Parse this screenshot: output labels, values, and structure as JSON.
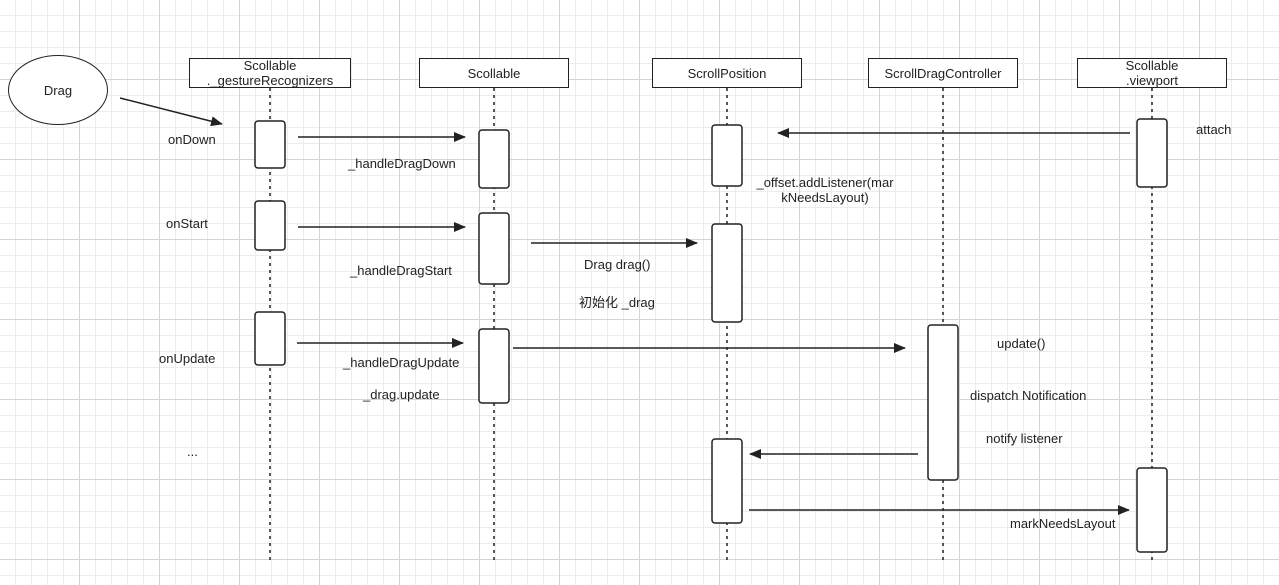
{
  "actors": [
    {
      "id": "gesture",
      "label": "Scollable\n._gestureRecognizers"
    },
    {
      "id": "scrollable",
      "label": "Scollable"
    },
    {
      "id": "position",
      "label": "ScrollPosition"
    },
    {
      "id": "controller",
      "label": "ScrollDragController"
    },
    {
      "id": "viewport",
      "label": "Scollable\n.viewport"
    }
  ],
  "start_node": {
    "label": "Drag"
  },
  "events": [
    {
      "id": "onDown",
      "label": "onDown"
    },
    {
      "id": "onStart",
      "label": "onStart"
    },
    {
      "id": "onUpdate",
      "label": "onUpdate"
    },
    {
      "id": "more",
      "label": "..."
    }
  ],
  "messages": [
    {
      "id": "handleDragDown",
      "label": "_handleDragDown"
    },
    {
      "id": "attach",
      "label": "attach"
    },
    {
      "id": "addListener",
      "label": "_offset.addListener(mar\nkNeedsLayout)"
    },
    {
      "id": "handleDragStart",
      "label": "_handleDragStart"
    },
    {
      "id": "dragInit",
      "label": "Drag drag()"
    },
    {
      "id": "initDrag",
      "label": "初始化 _drag"
    },
    {
      "id": "handleDragUpdate",
      "label": "_handleDragUpdate"
    },
    {
      "id": "dragUpdate",
      "label": "_drag.update"
    },
    {
      "id": "update",
      "label": "update()"
    },
    {
      "id": "dispatch",
      "label": "dispatch Notification"
    },
    {
      "id": "notify",
      "label": "notify listener"
    },
    {
      "id": "markNeedsLayout",
      "label": "markNeedsLayout"
    }
  ]
}
